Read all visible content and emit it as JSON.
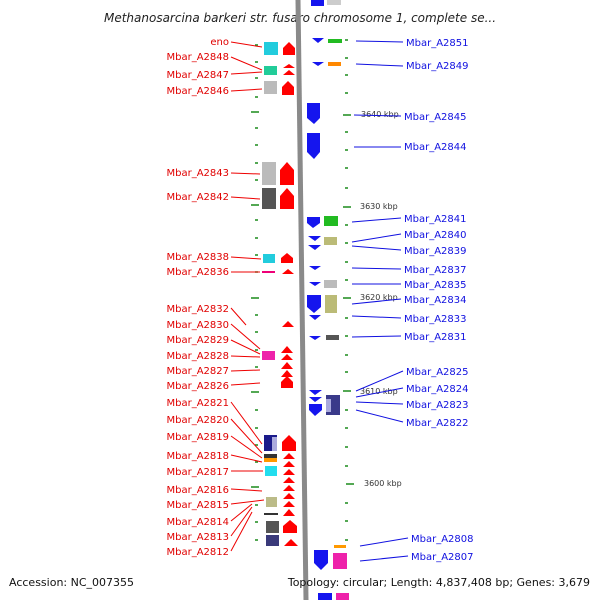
{
  "title": "Methanosarcina barkeri str. fusaro chromosome 1, complete se...",
  "footer": {
    "accession": "Accession: NC_007355",
    "topology": "Topology: circular; Length: 4,837,408 bp; Genes: 3,679"
  },
  "scale_labels": [
    "3640 kbp",
    "3630 kbp",
    "3620 kbp",
    "3610 kbp",
    "3600 kbp"
  ],
  "left_genes": [
    "eno",
    "Mbar_A2848",
    "Mbar_A2847",
    "Mbar_A2846",
    "Mbar_A2843",
    "Mbar_A2842",
    "Mbar_A2838",
    "Mbar_A2836",
    "Mbar_A2832",
    "Mbar_A2830",
    "Mbar_A2829",
    "Mbar_A2828",
    "Mbar_A2827",
    "Mbar_A2826",
    "Mbar_A2821",
    "Mbar_A2820",
    "Mbar_A2819",
    "Mbar_A2818",
    "Mbar_A2817",
    "Mbar_A2816",
    "Mbar_A2815",
    "Mbar_A2814",
    "Mbar_A2813",
    "Mbar_A2812"
  ],
  "right_genes": [
    "Mbar_A2851",
    "Mbar_A2849",
    "Mbar_A2845",
    "Mbar_A2844",
    "Mbar_A2841",
    "Mbar_A2840",
    "Mbar_A2839",
    "Mbar_A2837",
    "Mbar_A2835",
    "Mbar_A2834",
    "Mbar_A2833",
    "Mbar_A2831",
    "Mbar_A2825",
    "Mbar_A2824",
    "Mbar_A2823",
    "Mbar_A2822",
    "Mbar_A2808",
    "Mbar_A2807"
  ],
  "colors": {
    "forward_strand": "#ff0000",
    "reverse_strand": "#1515ee",
    "backbone": "#888888",
    "tick": "#1a8a1a"
  }
}
